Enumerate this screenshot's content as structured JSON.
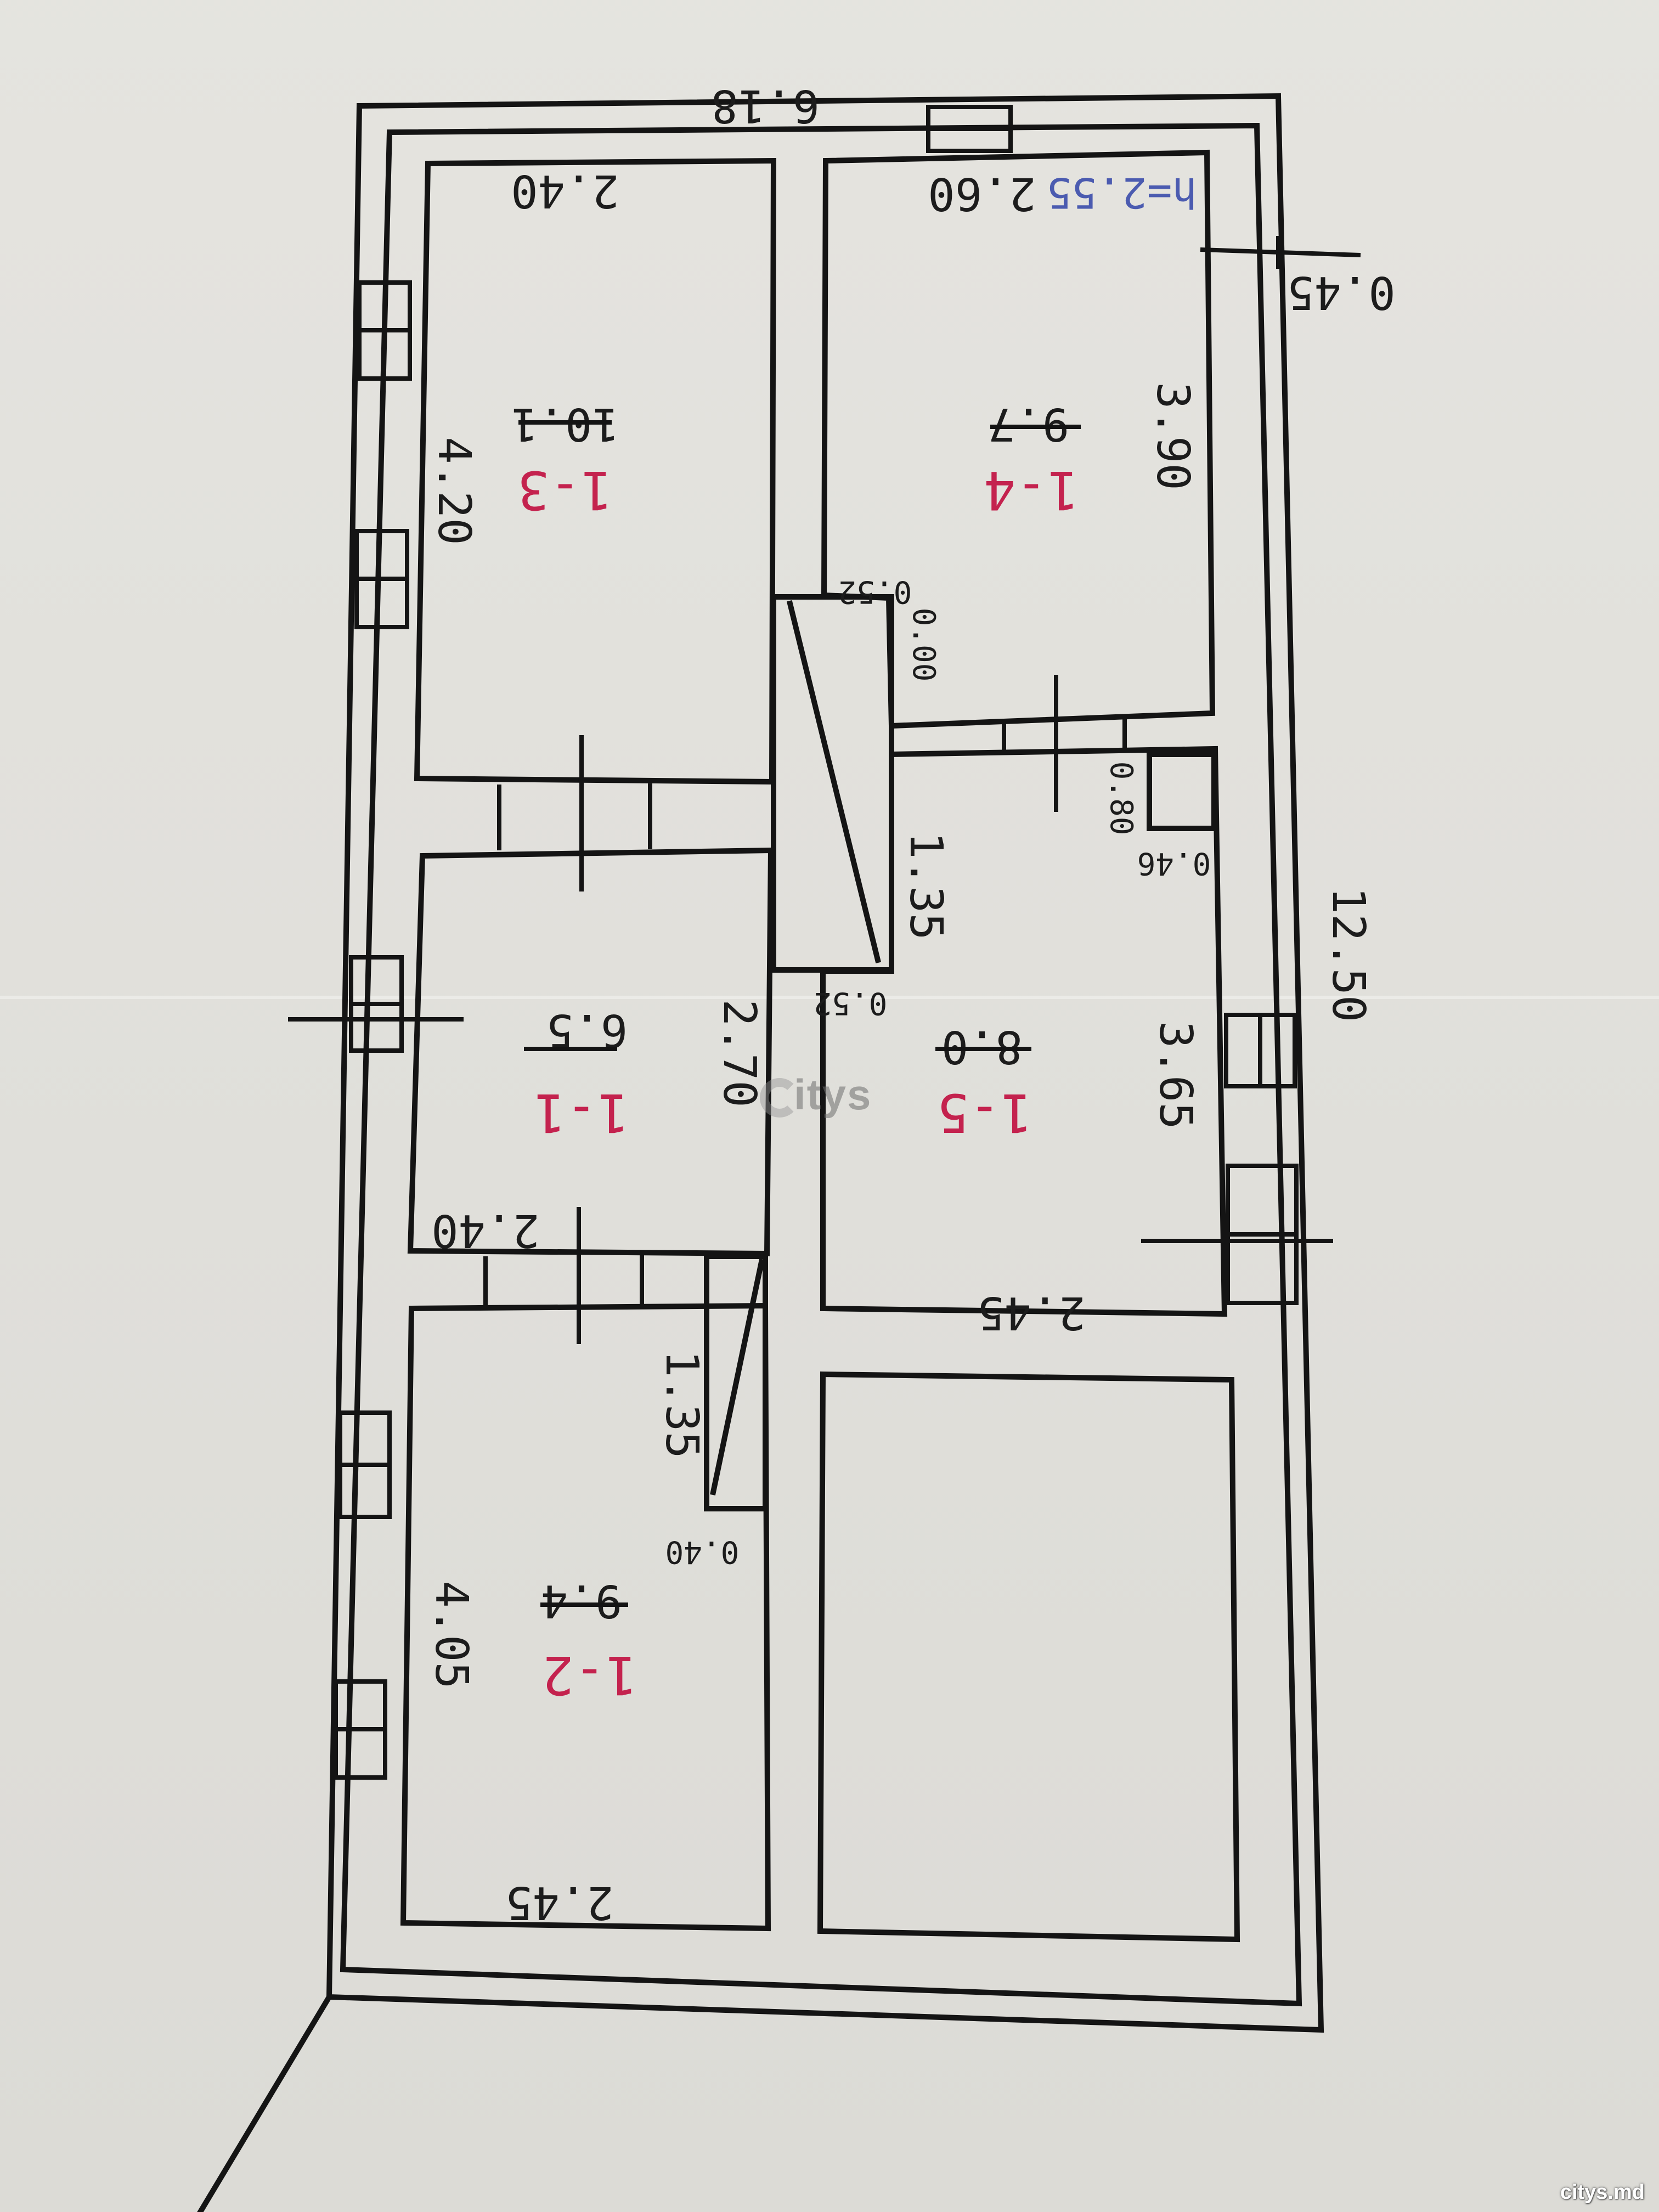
{
  "top_dimension": "6.18",
  "side_dimension": "12.50",
  "wall_offset": "0.45",
  "ceiling_height": "h=2.55",
  "rooms": [
    {
      "id": "1-3",
      "area": "10.1",
      "width": "2.40",
      "length": "4.20"
    },
    {
      "id": "1-4",
      "area": "9.7",
      "width": "2.60",
      "length": "3.90"
    },
    {
      "id": "1-1",
      "area": "6.5",
      "width": "2.40",
      "length": "2.70"
    },
    {
      "id": "1-5",
      "area": "8.0",
      "width": "2.45",
      "length": "3.65"
    },
    {
      "id": "1-2",
      "area": "9.4",
      "width": "2.45",
      "length": "4.05"
    }
  ],
  "hall_dims": [
    "0.52",
    "0.00",
    "1.35",
    "0.52",
    "0.80",
    "0.46"
  ],
  "closet_dims": [
    "1.35",
    "0.40"
  ],
  "watermark": {
    "mark": "C",
    "text": "itys"
  },
  "credit": "citys.md"
}
